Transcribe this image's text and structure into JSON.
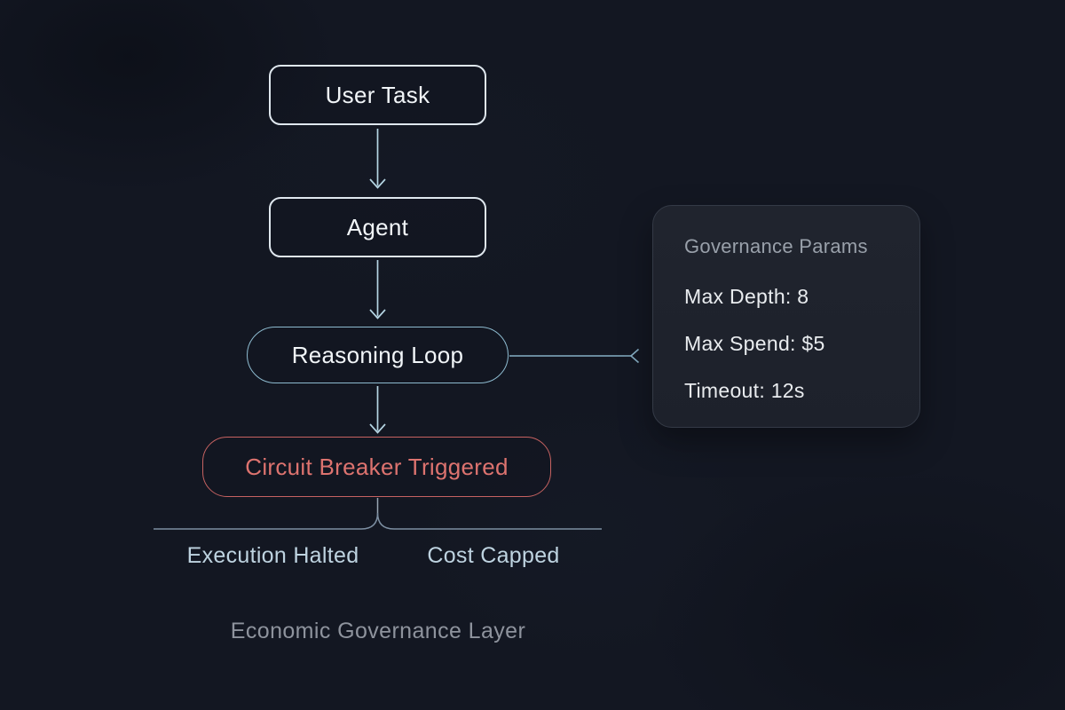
{
  "diagram": {
    "node_user_task": "User Task",
    "node_agent": "Agent",
    "node_reasoning_loop": "Reasoning Loop",
    "node_circuit_breaker": "Circuit Breaker Triggered",
    "outcome_left": "Execution Halted",
    "outcome_right": "Cost Capped",
    "caption": "Economic Governance Layer"
  },
  "panel": {
    "title": "Governance Params",
    "params": [
      {
        "name": "max_depth",
        "text": "Max Depth: 8"
      },
      {
        "name": "max_spend",
        "text": "Max Spend: $5"
      },
      {
        "name": "timeout",
        "text": "Timeout: 12s"
      }
    ]
  },
  "colors": {
    "background": "#131722",
    "node_border": "#dfe7ee",
    "node_text": "#f1f5f8",
    "accent_blue": "#8dbacf",
    "arrow": "#b5d5e3",
    "danger_border": "#c66261",
    "danger_text": "#dd736f",
    "bracket": "#7d8fa2",
    "outcome_text": "#bed3e0",
    "caption_text": "#8e939d",
    "panel_bg": "#1e222b",
    "panel_border": "#343a46",
    "panel_title": "#99a0aa",
    "panel_text": "#e9ecef"
  }
}
